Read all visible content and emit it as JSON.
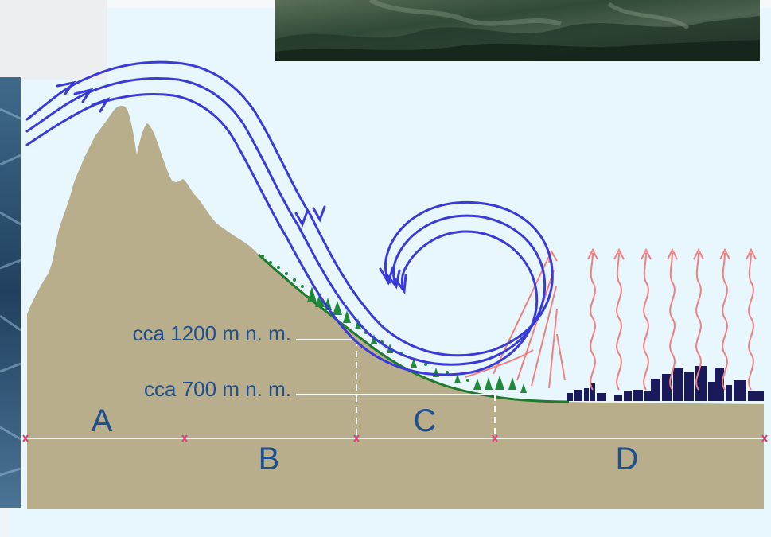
{
  "diagram": {
    "altitude_labels": {
      "upper": "cca 1200 m n. m.",
      "lower": "cca 700 m n. m."
    },
    "zones": {
      "a": "A",
      "b": "B",
      "c": "C",
      "d": "D"
    }
  },
  "colors": {
    "background": "#e8f6fd",
    "terrain": "#b9ae8c",
    "airflow": "#3a3ad6",
    "heat_waves": "#f08080",
    "trees": "#1f8a3a",
    "city": "#1a1a5a",
    "label_text": "#1e4f8f",
    "guide_lines": "#ffffff",
    "zone_markers": "#e0407a"
  }
}
